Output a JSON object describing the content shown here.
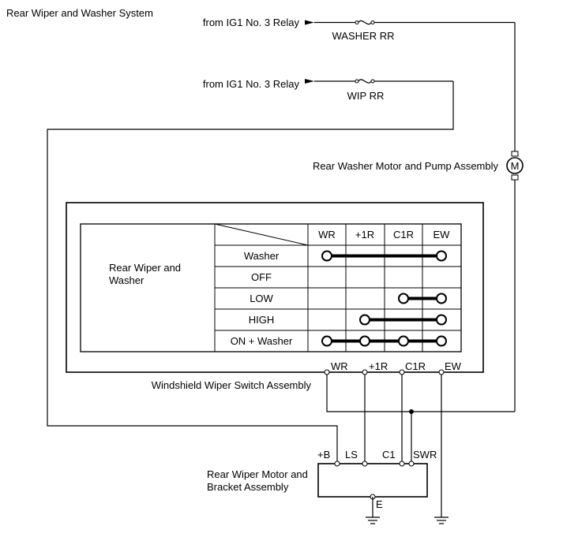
{
  "title": "Rear Wiper and Washer System",
  "power_feeds": [
    {
      "source": "from IG1 No. 3 Relay",
      "fuse": "WASHER RR"
    },
    {
      "source": "from IG1 No. 3 Relay",
      "fuse": "WIP RR"
    }
  ],
  "washer_motor": {
    "label": "Rear Washer Motor and Pump Assembly",
    "symbol": "M"
  },
  "switch_assembly": {
    "label": "Windshield Wiper Switch Assembly",
    "row_header_line1": "Rear Wiper and",
    "row_header_line2": "Washer",
    "terminals": [
      "WR",
      "+1R",
      "C1R",
      "EW"
    ],
    "positions": [
      "Washer",
      "OFF",
      "LOW",
      "HIGH",
      "ON + Washer"
    ],
    "pin_labels": [
      "WR",
      "+1R",
      "C1R",
      "EW"
    ],
    "continuity": [
      [
        "WR",
        "EW"
      ],
      [],
      [
        "C1R",
        "EW"
      ],
      [
        "+1R",
        "EW"
      ],
      [
        "WR",
        "+1R",
        "C1R",
        "EW"
      ]
    ]
  },
  "wiper_motor": {
    "label_line1": "Rear Wiper Motor and",
    "label_line2": "Bracket Assembly",
    "terminals": [
      "+B",
      "LS",
      "C1",
      "SWR"
    ],
    "ground_label": "E"
  }
}
